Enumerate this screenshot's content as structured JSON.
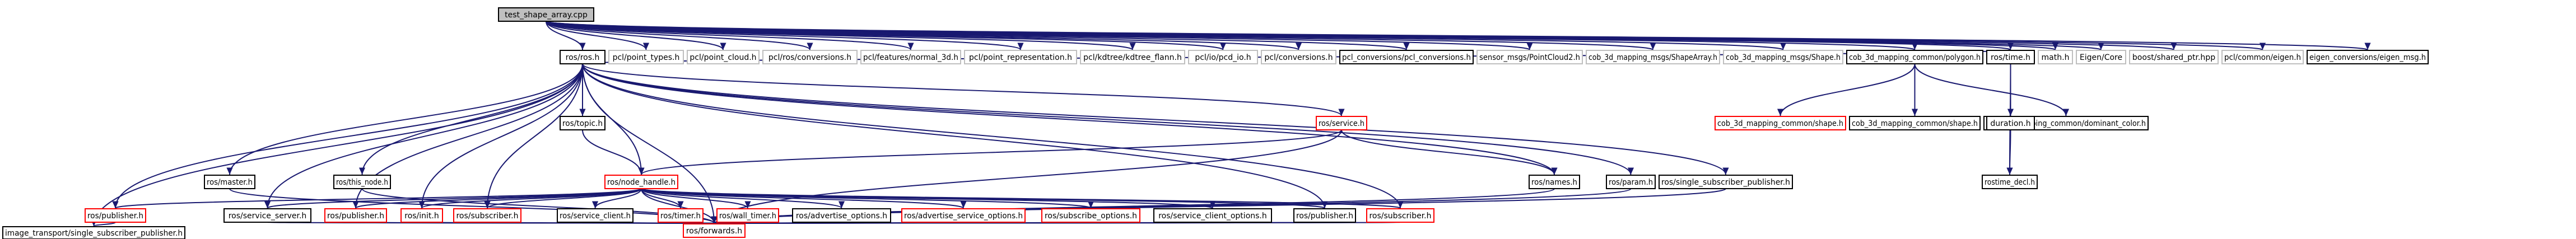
{
  "colors": {
    "root_fill": "#bfbfbf",
    "documented_border": "#000000",
    "undocumented_border": "#bfbfbf",
    "circular_border": "#ff0000",
    "text": "#000000",
    "edge_main": "#191970",
    "edge_dark": "#000080",
    "background": "#ffffff"
  },
  "nodes": [
    {
      "id": "root",
      "label": "test_shape_array.cpp",
      "style": "root"
    },
    {
      "id": "ros_ros",
      "label": "ros/ros.h",
      "style": "doc"
    },
    {
      "id": "pcl_point_types",
      "label": "pcl/point_types.h",
      "style": "undoc"
    },
    {
      "id": "pcl_point_cloud",
      "label": "pcl/point_cloud.h",
      "style": "undoc"
    },
    {
      "id": "pcl_ros_conv",
      "label": "pcl/ros/conversions.h",
      "style": "undoc"
    },
    {
      "id": "pcl_normal3d",
      "label": "pcl/features/normal_3d.h",
      "style": "undoc"
    },
    {
      "id": "pcl_point_repr",
      "label": "pcl/point_representation.h",
      "style": "undoc"
    },
    {
      "id": "pcl_kdtree",
      "label": "pcl/kdtree/kdtree_flann.h",
      "style": "undoc"
    },
    {
      "id": "pcl_pcd_io",
      "label": "pcl/io/pcd_io.h",
      "style": "undoc"
    },
    {
      "id": "pcl_conversions",
      "label": "pcl/conversions.h",
      "style": "undoc"
    },
    {
      "id": "pcl_conv_pcl",
      "label": "pcl_conversions/pcl_conversions.h",
      "style": "doc"
    },
    {
      "id": "sensor_pc2",
      "label": "sensor_msgs/PointCloud2.h",
      "style": "undoc"
    },
    {
      "id": "cob_shapearray",
      "label": "cob_3d_mapping_msgs/ShapeArray.h",
      "style": "undoc"
    },
    {
      "id": "cob_msgs_shape",
      "label": "cob_3d_mapping_msgs/Shape.h",
      "style": "undoc"
    },
    {
      "id": "cob_polygon",
      "label": "cob_3d_mapping_common/polygon.h",
      "style": "doc"
    },
    {
      "id": "ros_time",
      "label": "ros/time.h",
      "style": "doc"
    },
    {
      "id": "math",
      "label": "math.h",
      "style": "undoc"
    },
    {
      "id": "eigen_core",
      "label": "Eigen/Core",
      "style": "undoc"
    },
    {
      "id": "boost_shared",
      "label": "boost/shared_ptr.hpp",
      "style": "undoc"
    },
    {
      "id": "pcl_eigen",
      "label": "pcl/common/eigen.h",
      "style": "undoc"
    },
    {
      "id": "eigen_conv",
      "label": "eigen_conversions/eigen_msg.h",
      "style": "doc"
    },
    {
      "id": "ros_topic",
      "label": "ros/topic.h",
      "style": "doc"
    },
    {
      "id": "ros_service",
      "label": "ros/service.h",
      "style": "circ"
    },
    {
      "id": "cob_shape_red",
      "label": "cob_3d_mapping_common/shape.h",
      "style": "circ"
    },
    {
      "id": "cob_shape_blk",
      "label": "cob_3d_mapping_common/shape.h",
      "style": "doc"
    },
    {
      "id": "cob_dom_color",
      "label": "cob_3d_mapping_common/dominant_color.h",
      "style": "doc"
    },
    {
      "id": "ros_duration",
      "label": "duration.h",
      "style": "doc"
    },
    {
      "id": "ros_master",
      "label": "ros/master.h",
      "style": "doc"
    },
    {
      "id": "ros_this_node",
      "label": "ros/this_node.h",
      "style": "doc"
    },
    {
      "id": "ros_node_handle",
      "label": "ros/node_handle.h",
      "style": "circ"
    },
    {
      "id": "ros_names",
      "label": "ros/names.h",
      "style": "doc"
    },
    {
      "id": "ros_param",
      "label": "ros/param.h",
      "style": "doc"
    },
    {
      "id": "ros_single_sub",
      "label": "ros/single_subscriber_publisher.h",
      "style": "doc"
    },
    {
      "id": "rostime_decl",
      "label": "rostime_decl.h",
      "style": "doc"
    },
    {
      "id": "ros_publisher_l",
      "label": "ros/publisher.h",
      "style": "circ"
    },
    {
      "id": "ros_service_server",
      "label": "ros/service_server.h",
      "style": "doc"
    },
    {
      "id": "ros_publisher_m",
      "label": "ros/publisher.h",
      "style": "circ"
    },
    {
      "id": "ros_init",
      "label": "ros/init.h",
      "style": "circ"
    },
    {
      "id": "ros_subscriber_m",
      "label": "ros/subscriber.h",
      "style": "circ"
    },
    {
      "id": "ros_service_client",
      "label": "ros/service_client.h",
      "style": "doc"
    },
    {
      "id": "ros_timer",
      "label": "ros/timer.h",
      "style": "circ"
    },
    {
      "id": "ros_wall_timer",
      "label": "ros/wall_timer.h",
      "style": "circ"
    },
    {
      "id": "ros_adv_opts",
      "label": "ros/advertise_options.h",
      "style": "doc"
    },
    {
      "id": "ros_adv_srv_opts",
      "label": "ros/advertise_service_options.h",
      "style": "circ"
    },
    {
      "id": "ros_sub_opts",
      "label": "ros/subscribe_options.h",
      "style": "circ"
    },
    {
      "id": "ros_srv_client_opts",
      "label": "ros/service_client_options.h",
      "style": "doc"
    },
    {
      "id": "ros_publisher_r",
      "label": "ros/publisher.h",
      "style": "doc"
    },
    {
      "id": "ros_subscriber_r",
      "label": "ros/subscriber.h",
      "style": "circ"
    },
    {
      "id": "image_transport",
      "label": "image_transport/single_subscriber_publisher.h",
      "style": "doc"
    },
    {
      "id": "ros_forwards",
      "label": "ros/forwards.h",
      "style": "circ"
    }
  ],
  "edges": [
    [
      "root",
      "ros_ros"
    ],
    [
      "root",
      "pcl_point_types"
    ],
    [
      "root",
      "pcl_point_cloud"
    ],
    [
      "root",
      "pcl_ros_conv"
    ],
    [
      "root",
      "pcl_normal3d"
    ],
    [
      "root",
      "pcl_point_repr"
    ],
    [
      "root",
      "pcl_kdtree"
    ],
    [
      "root",
      "pcl_pcd_io"
    ],
    [
      "root",
      "pcl_conversions"
    ],
    [
      "root",
      "pcl_conv_pcl"
    ],
    [
      "root",
      "sensor_pc2"
    ],
    [
      "root",
      "cob_shapearray"
    ],
    [
      "root",
      "cob_msgs_shape"
    ],
    [
      "root",
      "cob_polygon"
    ],
    [
      "root",
      "ros_time"
    ],
    [
      "root",
      "math"
    ],
    [
      "root",
      "eigen_core"
    ],
    [
      "root",
      "boost_shared"
    ],
    [
      "root",
      "pcl_eigen"
    ],
    [
      "root",
      "eigen_conv"
    ],
    [
      "ros_ros",
      "ros_time"
    ],
    [
      "ros_ros",
      "ros_topic"
    ],
    [
      "ros_ros",
      "ros_node_handle"
    ],
    [
      "ros_ros",
      "ros_master"
    ],
    [
      "ros_ros",
      "ros_this_node"
    ],
    [
      "ros_ros",
      "ros_publisher_l"
    ],
    [
      "ros_ros",
      "ros_service_server"
    ],
    [
      "ros_ros",
      "ros_publisher_m"
    ],
    [
      "ros_ros",
      "ros_init"
    ],
    [
      "ros_ros",
      "ros_subscriber_m"
    ],
    [
      "ros_ros",
      "ros_service"
    ],
    [
      "ros_ros",
      "ros_names"
    ],
    [
      "ros_ros",
      "ros_param"
    ],
    [
      "ros_ros",
      "ros_single_sub"
    ],
    [
      "ros_ros",
      "image_transport"
    ],
    [
      "ros_ros",
      "ros_forwards"
    ],
    [
      "ros_ros",
      "ros_publisher_r"
    ],
    [
      "ros_ros",
      "ros_subscriber_r"
    ],
    [
      "ros_topic",
      "ros_node_handle"
    ],
    [
      "ros_service",
      "ros_node_handle"
    ],
    [
      "ros_service",
      "ros_names"
    ],
    [
      "ros_service",
      "ros_forwards"
    ],
    [
      "ros_node_handle",
      "ros_publisher_l"
    ],
    [
      "ros_node_handle",
      "ros_service_server"
    ],
    [
      "ros_node_handle",
      "ros_publisher_m"
    ],
    [
      "ros_node_handle",
      "ros_init"
    ],
    [
      "ros_node_handle",
      "ros_subscriber_m"
    ],
    [
      "ros_node_handle",
      "ros_service_client"
    ],
    [
      "ros_node_handle",
      "ros_timer"
    ],
    [
      "ros_node_handle",
      "ros_wall_timer"
    ],
    [
      "ros_node_handle",
      "ros_adv_opts"
    ],
    [
      "ros_node_handle",
      "ros_adv_srv_opts"
    ],
    [
      "ros_node_handle",
      "ros_sub_opts"
    ],
    [
      "ros_node_handle",
      "ros_srv_client_opts"
    ],
    [
      "ros_node_handle",
      "ros_publisher_r"
    ],
    [
      "ros_node_handle",
      "ros_subscriber_r"
    ],
    [
      "ros_node_handle",
      "ros_forwards"
    ],
    [
      "cob_polygon",
      "cob_shape_red"
    ],
    [
      "cob_polygon",
      "cob_shape_blk"
    ],
    [
      "cob_polygon",
      "cob_dom_color"
    ],
    [
      "ros_time",
      "ros_duration"
    ],
    [
      "ros_time",
      "rostime_decl"
    ],
    [
      "ros_duration",
      "rostime_decl"
    ],
    [
      "ros_master",
      "ros_forwards"
    ],
    [
      "ros_this_node",
      "ros_forwards"
    ],
    [
      "ros_names",
      "ros_forwards"
    ],
    [
      "ros_param",
      "ros_forwards"
    ],
    [
      "ros_single_sub",
      "ros_forwards"
    ],
    [
      "ros_publisher_l",
      "image_transport"
    ],
    [
      "ros_service_server",
      "ros_forwards"
    ],
    [
      "ros_publisher_m",
      "ros_forwards"
    ],
    [
      "ros_init",
      "ros_forwards"
    ],
    [
      "ros_subscriber_m",
      "ros_forwards"
    ],
    [
      "ros_service_client",
      "ros_forwards"
    ],
    [
      "ros_timer",
      "ros_forwards"
    ],
    [
      "ros_wall_timer",
      "ros_forwards"
    ],
    [
      "ros_adv_opts",
      "ros_forwards"
    ],
    [
      "ros_adv_srv_opts",
      "ros_forwards"
    ],
    [
      "ros_sub_opts",
      "ros_forwards"
    ],
    [
      "ros_srv_client_opts",
      "ros_forwards"
    ],
    [
      "ros_publisher_r",
      "ros_forwards"
    ],
    [
      "ros_subscriber_r",
      "ros_forwards"
    ]
  ]
}
